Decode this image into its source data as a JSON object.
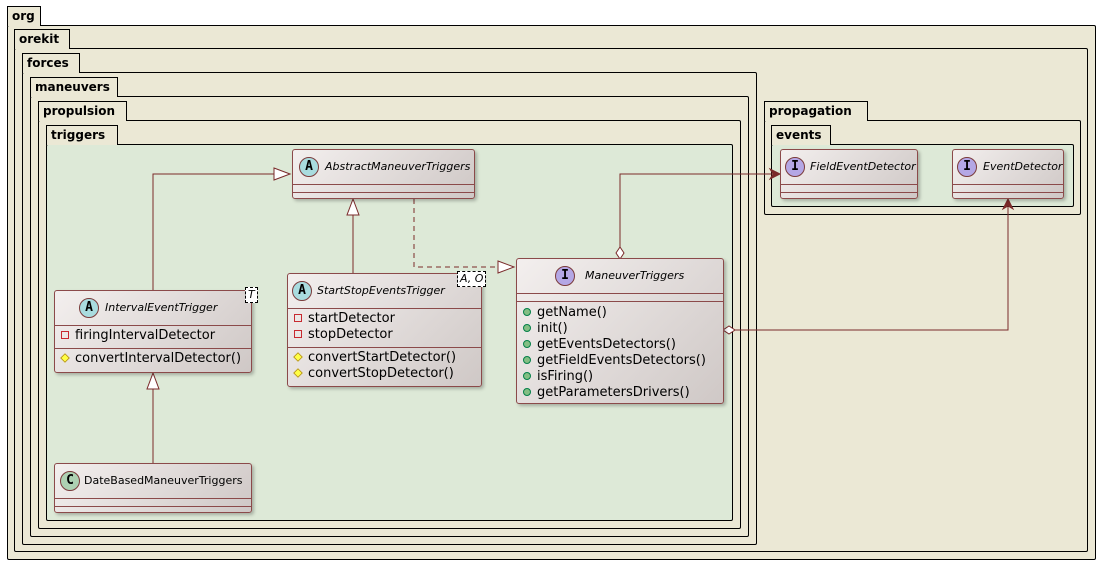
{
  "packages": {
    "org": "org",
    "orekit": "orekit",
    "forces": "forces",
    "maneuvers": "maneuvers",
    "propulsion": "propulsion",
    "triggers": "triggers",
    "propagation": "propagation",
    "events": "events"
  },
  "classes": {
    "abstract_maneuver_triggers": {
      "stereotype": "A",
      "name": "AbstractManeuverTriggers"
    },
    "interval_event_trigger": {
      "stereotype": "A",
      "name": "IntervalEventTrigger",
      "type_param": "T",
      "fields": [
        "firingIntervalDetector"
      ],
      "methods": [
        "convertIntervalDetector()"
      ]
    },
    "start_stop_events_trigger": {
      "stereotype": "A",
      "name": "StartStopEventsTrigger",
      "type_param": "A, O",
      "fields": [
        "startDetector",
        "stopDetector"
      ],
      "methods": [
        "convertStartDetector()",
        "convertStopDetector()"
      ]
    },
    "maneuver_triggers": {
      "stereotype": "I",
      "name": "ManeuverTriggers",
      "methods": [
        "getName()",
        "init()",
        "getEventsDetectors()",
        "getFieldEventsDetectors()",
        "isFiring()",
        "getParametersDrivers()"
      ]
    },
    "date_based_maneuver_triggers": {
      "stereotype": "C",
      "name": "DateBasedManeuverTriggers"
    },
    "field_event_detector": {
      "stereotype": "I",
      "name": "FieldEventDetector"
    },
    "event_detector": {
      "stereotype": "I",
      "name": "EventDetector"
    }
  },
  "colors": {
    "package_bg": "#ebe8d5",
    "triggers_bg": "#dde9d7",
    "events_bg": "#dde9d7",
    "edge": "#7a2a2a",
    "abstract_badge": "#a9dcdf",
    "interface_badge": "#b4a7e5",
    "class_badge": "#add1b2"
  }
}
